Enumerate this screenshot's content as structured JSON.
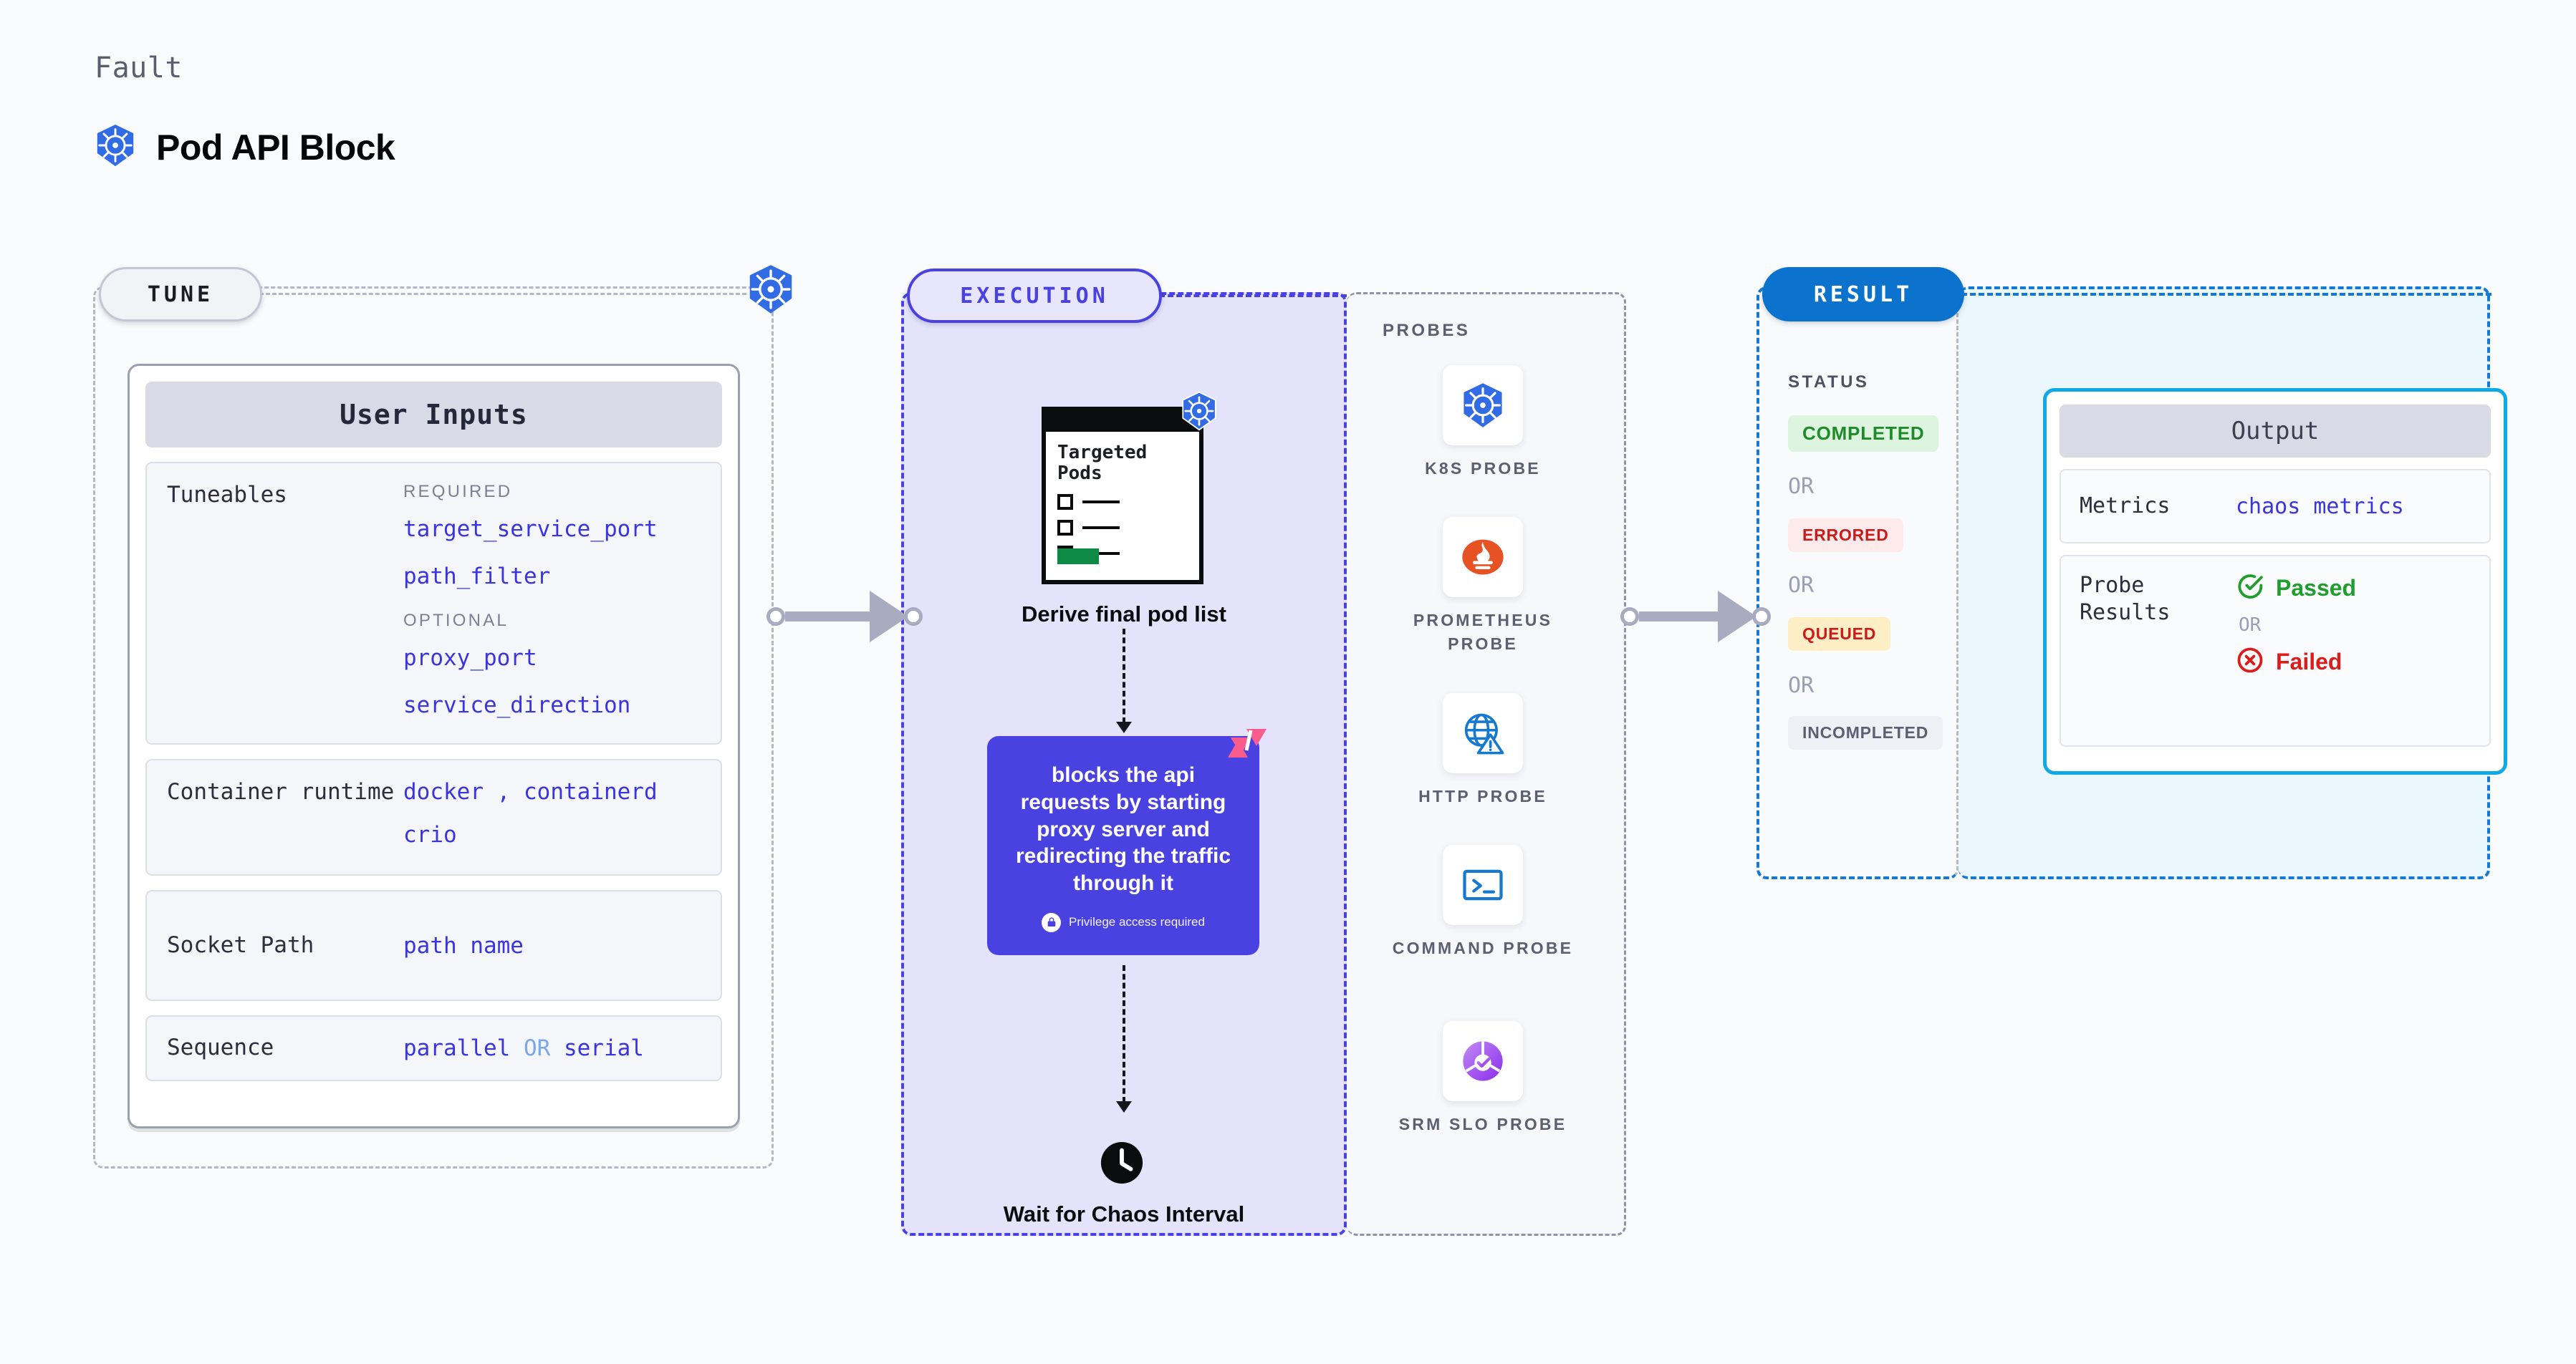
{
  "header": {
    "kicker": "Fault",
    "title": "Pod API Block",
    "icon": "kubernetes-icon"
  },
  "stages": {
    "tune": "TUNE",
    "execution": "EXECUTION",
    "result": "RESULT"
  },
  "tune": {
    "card_title": "User Inputs",
    "rows": [
      {
        "label": "Tuneables",
        "groups": [
          {
            "category": "REQUIRED",
            "values": [
              "target_service_port",
              "path_filter"
            ]
          },
          {
            "category": "OPTIONAL",
            "values": [
              "proxy_port",
              "service_direction"
            ]
          }
        ]
      },
      {
        "label": "Container runtime",
        "values": [
          "docker",
          ",",
          "containerd",
          "crio"
        ]
      },
      {
        "label": "Socket Path",
        "values": [
          "path name"
        ]
      },
      {
        "label": "Sequence",
        "values": [
          "parallel",
          "OR",
          "serial"
        ]
      }
    ]
  },
  "execution": {
    "pods_card": {
      "title": "Targeted Pods",
      "icon": "kubernetes-icon",
      "checklist_rows": 3
    },
    "step1_caption": "Derive final pod list",
    "action": {
      "text": "blocks the api requests by starting proxy server and redirecting the traffic through it",
      "privilege_note": "Privilege access required",
      "privilege_icon": "lock-icon",
      "brand_icon": "litmus-chaos-icon",
      "color": "#4a42e0"
    },
    "step3_caption": "Wait for Chaos Interval",
    "step3_icon": "clock-icon"
  },
  "probes": {
    "label": "PROBES",
    "items": [
      {
        "name": "K8S PROBE",
        "icon": "kubernetes-icon"
      },
      {
        "name": "PROMETHEUS PROBE",
        "icon": "prometheus-icon"
      },
      {
        "name": "HTTP PROBE",
        "icon": "http-globe-warning-icon"
      },
      {
        "name": "COMMAND PROBE",
        "icon": "terminal-icon"
      },
      {
        "name": "SRM SLO PROBE",
        "icon": "srm-slo-donut-icon"
      }
    ]
  },
  "result": {
    "status_label": "STATUS",
    "or_label": "OR",
    "statuses": [
      {
        "text": "COMPLETED",
        "color": "#1e8a2a",
        "bg": "#ddf5de"
      },
      {
        "text": "ERRORED",
        "color": "#cc1a1a",
        "bg": "#fdeaea"
      },
      {
        "text": "QUEUED",
        "color": "#cc1a1a",
        "bg": "#fdeec6"
      },
      {
        "text": "INCOMPLETED",
        "color": "#5b6070",
        "bg": "#eef0f5"
      }
    ]
  },
  "output": {
    "card_title": "Output",
    "metrics_label": "Metrics",
    "metrics_value": "chaos metrics",
    "probe_results_label": "Probe Results",
    "passed_label": "Passed",
    "failed_label": "Failed",
    "or_label": "OR",
    "passed_icon": "check-circle-icon",
    "failed_icon": "x-circle-icon"
  },
  "colors": {
    "accent_purple": "#4a42e0",
    "accent_blue": "#0b72cd",
    "accent_cyan": "#10a9e8",
    "k8s_blue": "#326ce5",
    "pass_green": "#1f9e2e",
    "fail_red": "#dd1b1b"
  }
}
